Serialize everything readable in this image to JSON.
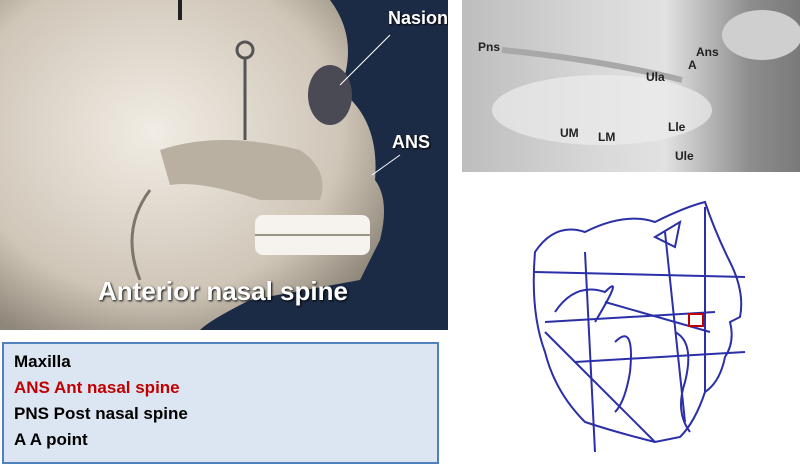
{
  "skull_photo": {
    "labels": {
      "nasion": "Nasion",
      "ans": "ANS",
      "caption": "Anterior nasal spine"
    }
  },
  "xray": {
    "labels": [
      "Pns",
      "Ans",
      "A",
      "Ula",
      "UM",
      "LM",
      "Lle",
      "Ule"
    ]
  },
  "tracing": {
    "line_color": "#2b2fa8",
    "marker_color": "#c00000"
  },
  "info_box": {
    "lines": [
      "Maxilla",
      "ANS Ant nasal spine",
      "PNS Post nasal spine",
      "A A point"
    ],
    "highlight_color": "#c00000"
  }
}
